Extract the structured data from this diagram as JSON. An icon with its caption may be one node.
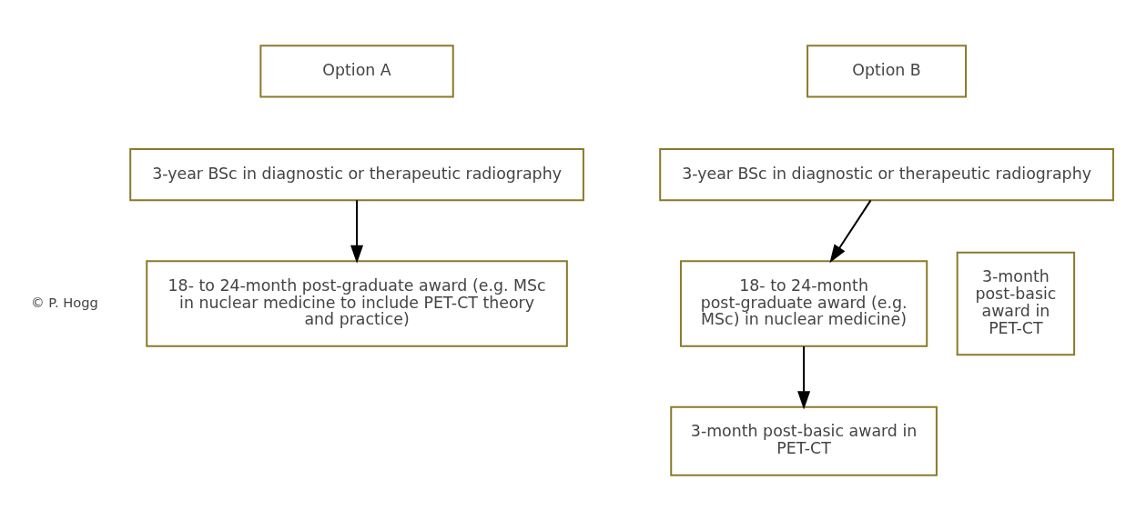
{
  "diagram": {
    "nodes": [
      {
        "text": [
          "Option A"
        ]
      },
      {
        "text": [
          "Option B"
        ]
      },
      {
        "text": [
          "3-year BSc in diagnostic or therapeutic radiography"
        ]
      },
      {
        "text": [
          "18- to 24-month post-graduate award (e.g. MSc in nuclear medicine to include PET-CT theory and practice)"
        ]
      },
      {
        "text": [
          "3-year BSc in diagnostic or therapeutic radiography"
        ]
      },
      {
        "text": [
          "18- to 24-month post-graduate award (e.g. MSc) in nuclear medicine)"
        ]
      },
      {
        "text": [
          "3-month post-basic award in PET-CT"
        ]
      },
      {
        "text": [
          "3-month post-basic award in PET-CT"
        ]
      }
    ],
    "edges": [
      {
        "from": 2,
        "to": 3,
        "arrow": "to"
      },
      {
        "from": 4,
        "to": 5,
        "arrow": "to"
      },
      {
        "from": 5,
        "to": 7,
        "arrow": "to"
      }
    ],
    "labels": [
      "© P. Hogg"
    ]
  }
}
